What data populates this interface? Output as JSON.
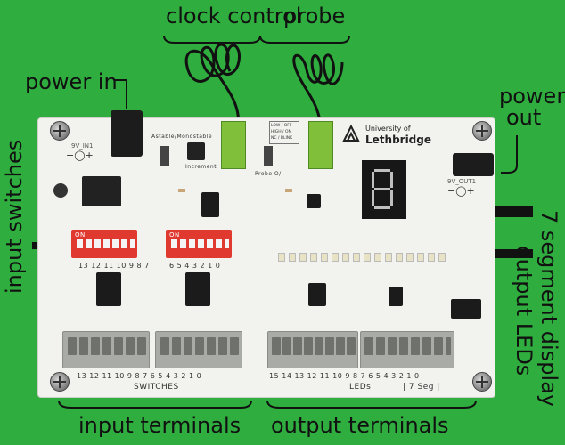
{
  "labels": {
    "clock_control": "clock control",
    "probe": "probe",
    "power_in": "power in",
    "power_out_line1": "power",
    "power_out_line2": "out",
    "input_switches": "input switches",
    "seven_segment_display": "7 segment display",
    "output_leds": "output LEDs",
    "input_terminals": "input terminals",
    "output_terminals": "output terminals"
  },
  "board": {
    "university_line1": "University of",
    "university_line2": "Lethbridge",
    "astable_monostable": "Astable/Monostable",
    "increment": "Increment",
    "probe_mode": "LOW / OFF\nHIGH / ON\nNC / BLINK",
    "probe_o1": "Probe O/I",
    "dip_left_numbers": "13 12 11 10 9 8 7",
    "dip_right_numbers": "6 5 4 3 2 1 0",
    "switches_label": "SWITCHES",
    "leds_label": "LEDs",
    "seg_label": "| 7 Seg |",
    "switch_numbers": "13 12 11 10 9 8 7   6 5 4 3 2 1 0",
    "led_numbers": "15 14 13 12 11 10 9 8   7 6 5 4 3 2 1 0",
    "on": "ON",
    "power_in_ref": "9V_IN1",
    "power_out_ref": "9V_OUT1"
  },
  "colors": {
    "background": "#2fae3f",
    "board": "#f2f2ef",
    "dip_switch": "#e0392f",
    "terminal_block": "#a9aba6",
    "green_terminal": "#7fbf3a"
  }
}
